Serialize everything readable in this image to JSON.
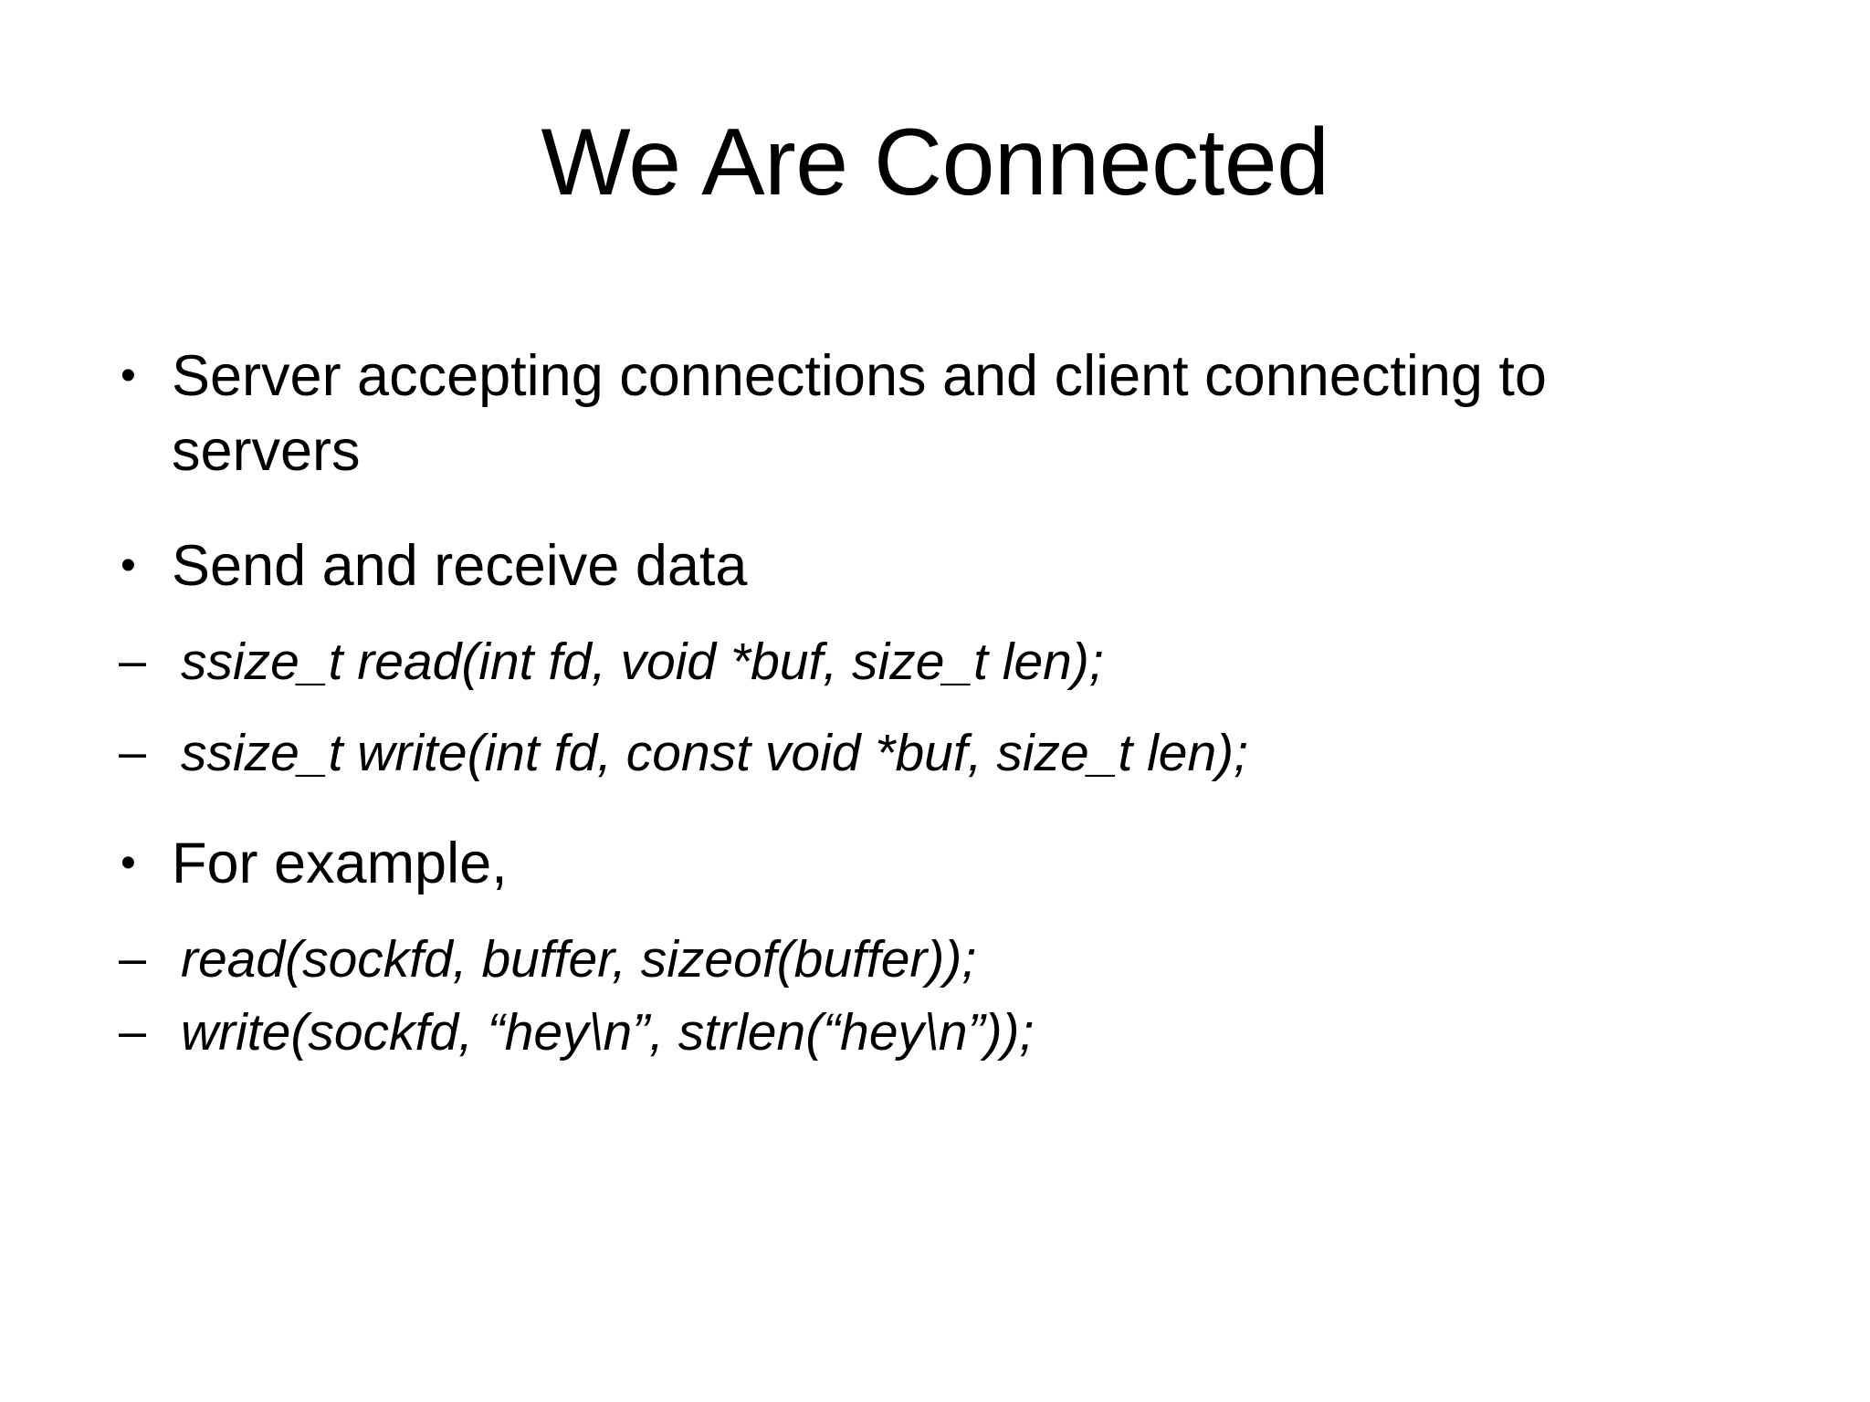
{
  "slide": {
    "title": "We Are Connected",
    "background_color": "#ffffff",
    "text_color": "#000000",
    "bullet_marker": "•",
    "sub_bullet_marker": "–",
    "content": [
      {
        "level": 1,
        "marker": "•",
        "text": "Server accepting connections and client connecting to servers"
      },
      {
        "level": 1,
        "marker": "•",
        "text": "Send and receive data"
      },
      {
        "level": 2,
        "marker": "–",
        "text": "ssize_t read(int fd, void *buf, size_t len);"
      },
      {
        "level": 2,
        "marker": "–",
        "text": "ssize_t write(int fd, const void *buf, size_t len);"
      },
      {
        "level": 1,
        "marker": "•",
        "text": "For example,"
      },
      {
        "level": 2,
        "marker": "–",
        "text": "read(sockfd, buffer, sizeof(buffer));"
      },
      {
        "level": 2,
        "marker": "–",
        "text": "write(sockfd, “hey\\n”, strlen(“hey\\n”));"
      }
    ]
  }
}
